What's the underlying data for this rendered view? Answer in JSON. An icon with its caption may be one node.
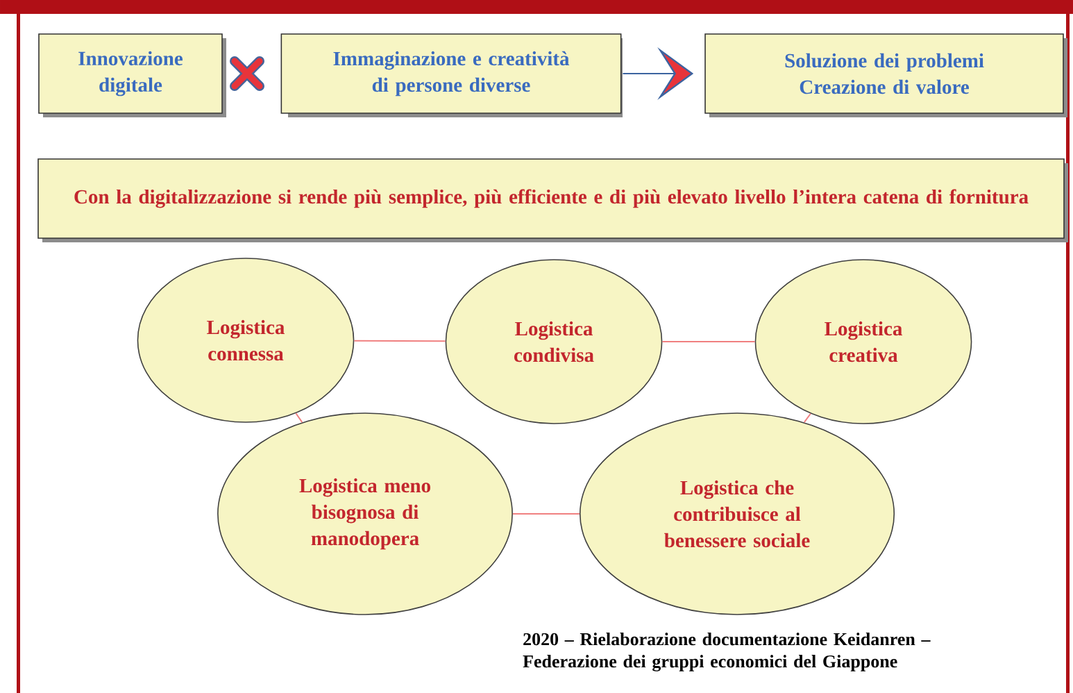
{
  "diagram": {
    "nodes": [
      {
        "text": [
          "Innovazione digitale"
        ]
      },
      {
        "text": [
          "Immaginazione e creatività di persone diverse"
        ]
      },
      {
        "text": [
          "Soluzione dei problemi Creazione di valore"
        ]
      },
      {
        "text": [
          "Con la digitalizzazione si rende più semplice, più efficiente e di più elevato livello l’intera catena di fornitura"
        ]
      },
      {
        "text": [
          "Logistica connessa"
        ]
      },
      {
        "text": [
          "Logistica condivisa"
        ]
      },
      {
        "text": [
          "Logistica creativa"
        ]
      },
      {
        "text": [
          "Logistica meno bisognosa di manodopera"
        ]
      },
      {
        "text": [
          "Logistica che contribuisce al benessere sociale"
        ]
      }
    ],
    "edges": [
      {
        "from": 1,
        "to": 2,
        "arrow": "to",
        "color": "#3c64a0"
      },
      {
        "from": 4,
        "to": 5,
        "arrow": "none"
      },
      {
        "from": 5,
        "to": 6,
        "arrow": "none"
      },
      {
        "from": 4,
        "to": 7,
        "arrow": "none"
      },
      {
        "from": 7,
        "to": 8,
        "arrow": "none"
      },
      {
        "from": 6,
        "to": 8,
        "arrow": "none"
      }
    ],
    "labels": [
      "2020 – Rielaborazione documentazione Keidanren – Federazione dei gruppi economici del Giappone"
    ]
  }
}
